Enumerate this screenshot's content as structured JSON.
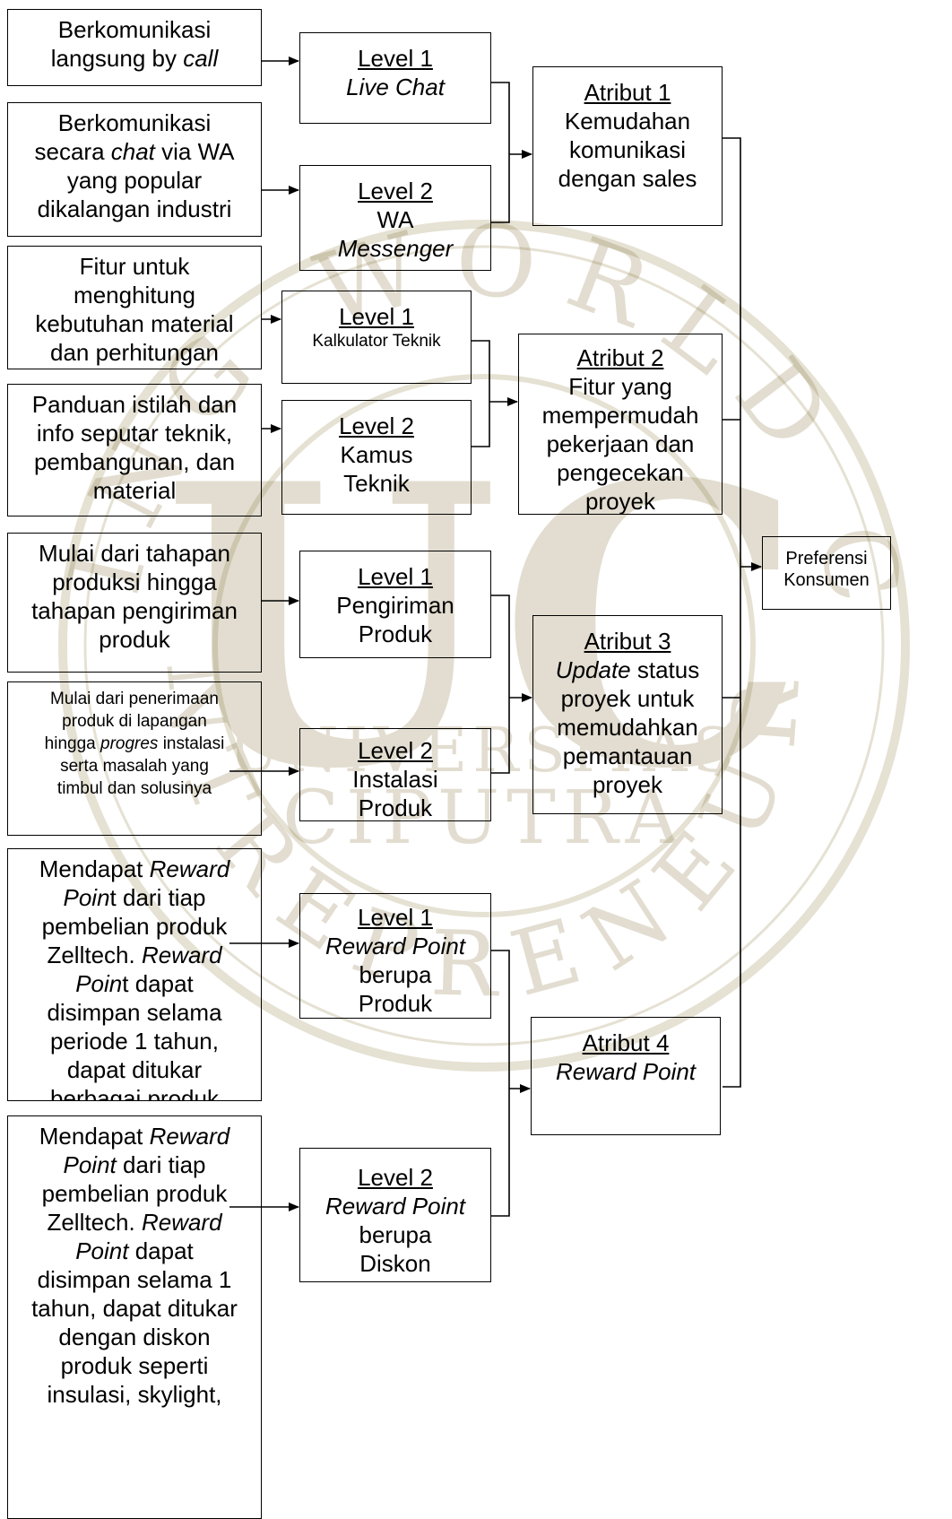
{
  "watermark": {
    "ring_top": "OPENING WORLD CLASS",
    "ring_bottom": "ENTREPRENEURS",
    "monogram": "UC",
    "name1": "UNIVERSITAS",
    "name2": "CIPUTRA"
  },
  "descriptions": [
    {
      "id": "d1",
      "lines": [
        [
          "Berkomunikasi"
        ],
        [
          "langsung by ",
          {
            "i": "call"
          }
        ]
      ]
    },
    {
      "id": "d2",
      "lines": [
        [
          "Berkomunikasi"
        ],
        [
          "secara ",
          {
            "i": "chat"
          },
          " via WA"
        ],
        [
          "yang popular"
        ],
        [
          "dikalangan industri"
        ]
      ]
    },
    {
      "id": "d3",
      "lines": [
        [
          "Fitur untuk"
        ],
        [
          "menghitung"
        ],
        [
          "kebutuhan material"
        ],
        [
          "dan perhitungan"
        ]
      ]
    },
    {
      "id": "d4",
      "lines": [
        [
          "Panduan istilah dan"
        ],
        [
          "info seputar teknik,"
        ],
        [
          "pembangunan, dan"
        ],
        [
          "material"
        ]
      ]
    },
    {
      "id": "d5",
      "lines": [
        [
          "Mulai dari tahapan"
        ],
        [
          "produksi hingga"
        ],
        [
          "tahapan pengiriman"
        ],
        [
          "produk"
        ]
      ]
    },
    {
      "id": "d6",
      "lines": [
        [
          "Mulai dari penerimaan"
        ],
        [
          "produk di lapangan"
        ],
        [
          "hingga ",
          {
            "i": "progres"
          },
          " instalasi"
        ],
        [
          "serta masalah yang"
        ],
        [
          "timbul dan solusinya"
        ]
      ]
    },
    {
      "id": "d7",
      "lines": [
        [
          "Mendapat ",
          {
            "i": "Reward"
          }
        ],
        [
          {
            "i": "Poin"
          },
          "t dari tiap"
        ],
        [
          "pembelian produk"
        ],
        [
          "Zelltech. ",
          {
            "i": "Reward"
          }
        ],
        [
          {
            "i": "Poin"
          },
          "t dapat"
        ],
        [
          "disimpan selama"
        ],
        [
          "periode 1 tahun,"
        ],
        [
          "dapat ditukar"
        ],
        [
          "berbagai produk"
        ]
      ]
    },
    {
      "id": "d8",
      "lines": [
        [
          "Mendapat ",
          {
            "i": "Reward"
          }
        ],
        [
          {
            "i": "Point"
          },
          " dari tiap"
        ],
        [
          "pembelian produk"
        ],
        [
          "Zelltech. ",
          {
            "i": "Reward"
          }
        ],
        [
          {
            "i": "Point"
          },
          " dapat"
        ],
        [
          "disimpan selama 1"
        ],
        [
          "tahun, dapat ditukar"
        ],
        [
          "dengan diskon"
        ],
        [
          "produk seperti"
        ],
        [
          "insulasi, skylight,"
        ]
      ]
    }
  ],
  "levels": [
    {
      "id": "l1",
      "title": "Level 1",
      "lines": [
        [
          {
            "i": "Live Chat"
          }
        ]
      ]
    },
    {
      "id": "l2",
      "title": "Level 2",
      "lines": [
        [
          "WA"
        ],
        [
          {
            "i": "Messenger"
          }
        ]
      ]
    },
    {
      "id": "l3",
      "title": "Level 1",
      "lines": [
        [
          "Kalkulator Teknik"
        ]
      ]
    },
    {
      "id": "l4",
      "title": "Level 2",
      "lines": [
        [
          "Kamus"
        ],
        [
          "Teknik"
        ]
      ]
    },
    {
      "id": "l5",
      "title": "Level 1",
      "lines": [
        [
          "Pengiriman"
        ],
        [
          "Produk"
        ]
      ]
    },
    {
      "id": "l6",
      "title": "Level 2",
      "lines": [
        [
          "Instalasi"
        ],
        [
          "Produk"
        ]
      ]
    },
    {
      "id": "l7",
      "title": "Level 1",
      "lines": [
        [
          {
            "i": "Reward Point"
          }
        ],
        [
          "berupa"
        ],
        [
          "Produk"
        ]
      ]
    },
    {
      "id": "l8",
      "title": "Level 2",
      "lines": [
        [
          {
            "i": "Reward Point"
          }
        ],
        [
          "berupa"
        ],
        [
          "Diskon"
        ]
      ]
    }
  ],
  "attributes": [
    {
      "id": "a1",
      "title": "Atribut 1",
      "lines": [
        [
          "Kemudahan"
        ],
        [
          "komunikasi"
        ],
        [
          "dengan sales"
        ]
      ]
    },
    {
      "id": "a2",
      "title": "Atribut 2",
      "lines": [
        [
          "Fitur yang"
        ],
        [
          "mempermudah"
        ],
        [
          "pekerjaan dan"
        ],
        [
          "pengecekan"
        ],
        [
          "proyek"
        ]
      ]
    },
    {
      "id": "a3",
      "title": "Atribut 3",
      "lines": [
        [
          {
            "i": "Update"
          },
          " status"
        ],
        [
          "proyek untuk"
        ],
        [
          "memudahkan"
        ],
        [
          "pemantauan"
        ],
        [
          "proyek"
        ]
      ]
    },
    {
      "id": "a4",
      "title": "Atribut 4",
      "lines": [
        [
          {
            "i": "Reward Point"
          }
        ]
      ]
    }
  ],
  "final": {
    "id": "p",
    "lines": [
      [
        "Preferensi"
      ],
      [
        "Konsumen"
      ]
    ]
  }
}
